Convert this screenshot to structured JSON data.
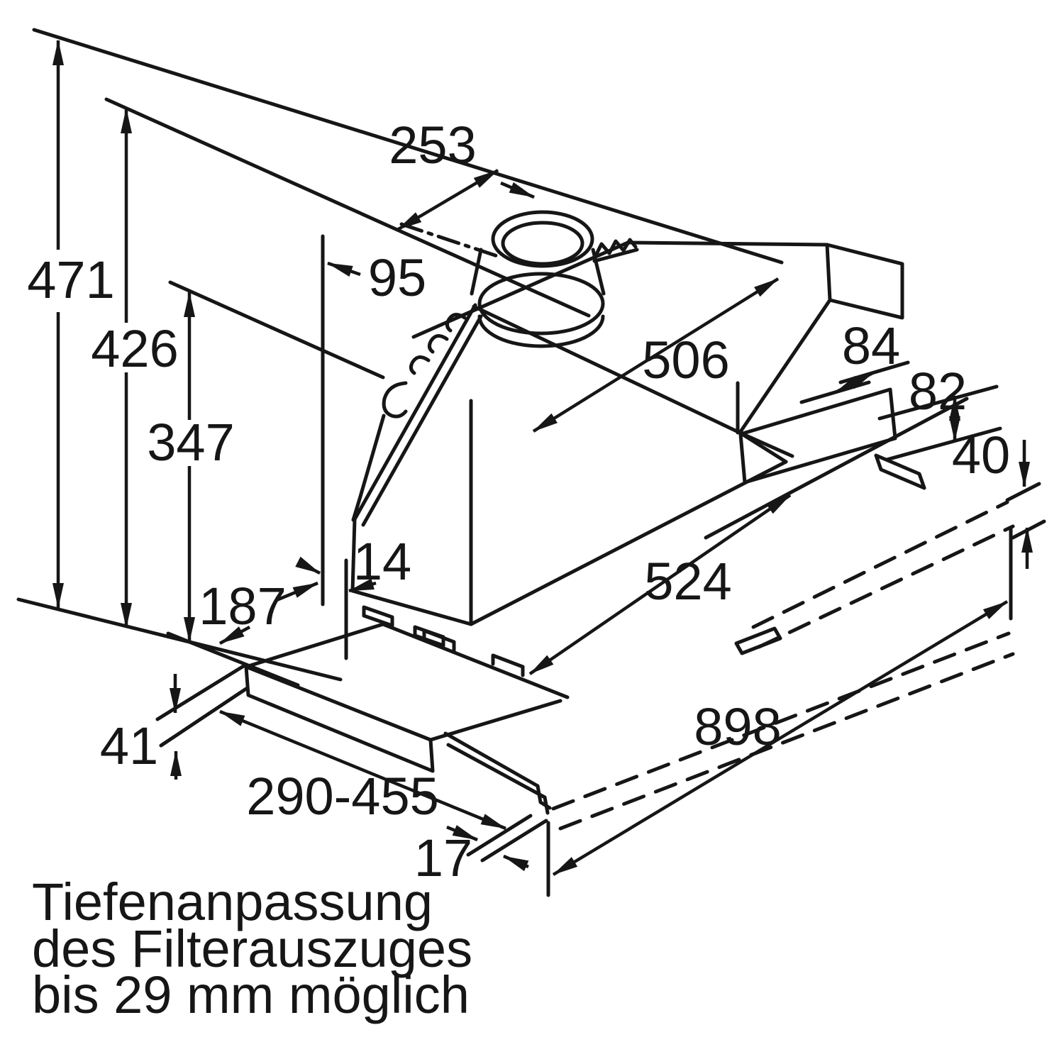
{
  "diagram": {
    "dimensions": {
      "d253": "253",
      "d471": "471",
      "d426": "426",
      "d347": "347",
      "d95": "95",
      "d506": "506",
      "d84": "84",
      "d82": "82",
      "d40": "40",
      "d14": "14",
      "d187": "187",
      "d524": "524",
      "d41": "41",
      "d290_455": "290-455",
      "d898": "898",
      "d17": "17"
    },
    "note": {
      "line1": "Tiefenanpassung",
      "line2": "des Filterauszuges",
      "line3": "bis 29 mm möglich"
    },
    "colors": {
      "line": "#161616",
      "background": "#ffffff"
    }
  }
}
